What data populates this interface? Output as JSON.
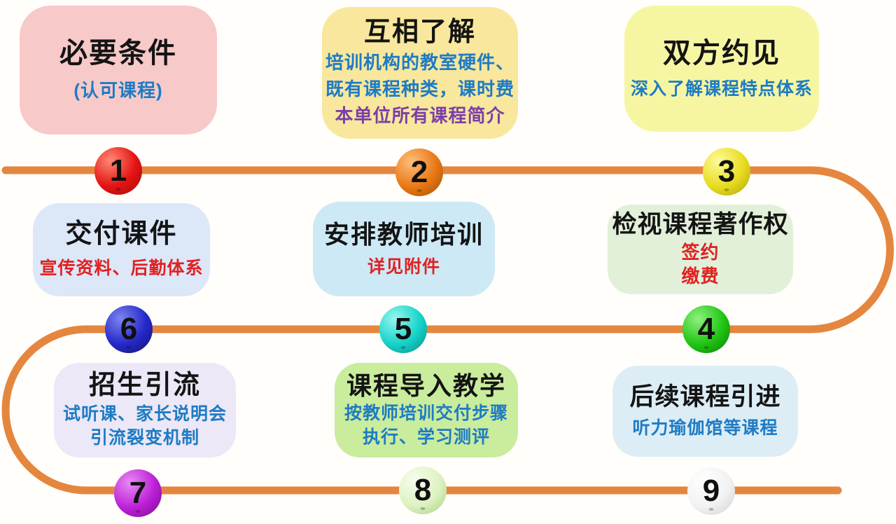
{
  "palette": {
    "path_orange": "#E5863F",
    "text_blue": "#1E7BC4",
    "text_red": "#E02121",
    "text_purple": "#7B3FA8",
    "title_black": "#141414"
  },
  "steps": [
    {
      "number": "1",
      "title": "必要条件",
      "lines": [
        "(认可课程)"
      ],
      "box_color": "#F8C9C9",
      "ball_color": "#E41313"
    },
    {
      "number": "2",
      "title": "互相了解",
      "lines": [
        "培训机构的教室硬件、",
        "既有课程种类，课时费",
        "本单位所有课程简介"
      ],
      "box_color": "#F8E79C",
      "ball_color": "#E87714"
    },
    {
      "number": "3",
      "title": "双方约见",
      "lines": [
        "深入了解课程特点体系"
      ],
      "box_color": "#F6F6A2",
      "ball_color": "#E8DC1E"
    },
    {
      "number": "4",
      "title": "检视课程著作权",
      "lines": [
        "签约",
        "缴费"
      ],
      "box_color": "#E2F0DA",
      "ball_color": "#1FC513"
    },
    {
      "number": "5",
      "title": "安排教师培训",
      "lines": [
        "详见附件"
      ],
      "box_color": "#CDE9F6",
      "ball_color": "#14D2C8"
    },
    {
      "number": "6",
      "title": "交付课件",
      "lines": [
        "宣传资料、后勤体系"
      ],
      "box_color": "#DCE7F8",
      "ball_color": "#2527C9"
    },
    {
      "number": "7",
      "title": "招生引流",
      "lines": [
        "试听课、家长说明会",
        "引流裂变机制"
      ],
      "box_color": "#ECE8F7",
      "ball_color": "#BC1ED6"
    },
    {
      "number": "8",
      "title": "课程导入教学",
      "lines": [
        "按教师培训交付步骤",
        "执行、学习测评"
      ],
      "box_color": "#C9EC9D",
      "ball_color": "#DDF2C2"
    },
    {
      "number": "9",
      "title": "后续课程引进",
      "lines": [
        "听力瑜伽馆等课程"
      ],
      "box_color": "#DCEDF5",
      "ball_color": "#F5F5F5"
    }
  ]
}
